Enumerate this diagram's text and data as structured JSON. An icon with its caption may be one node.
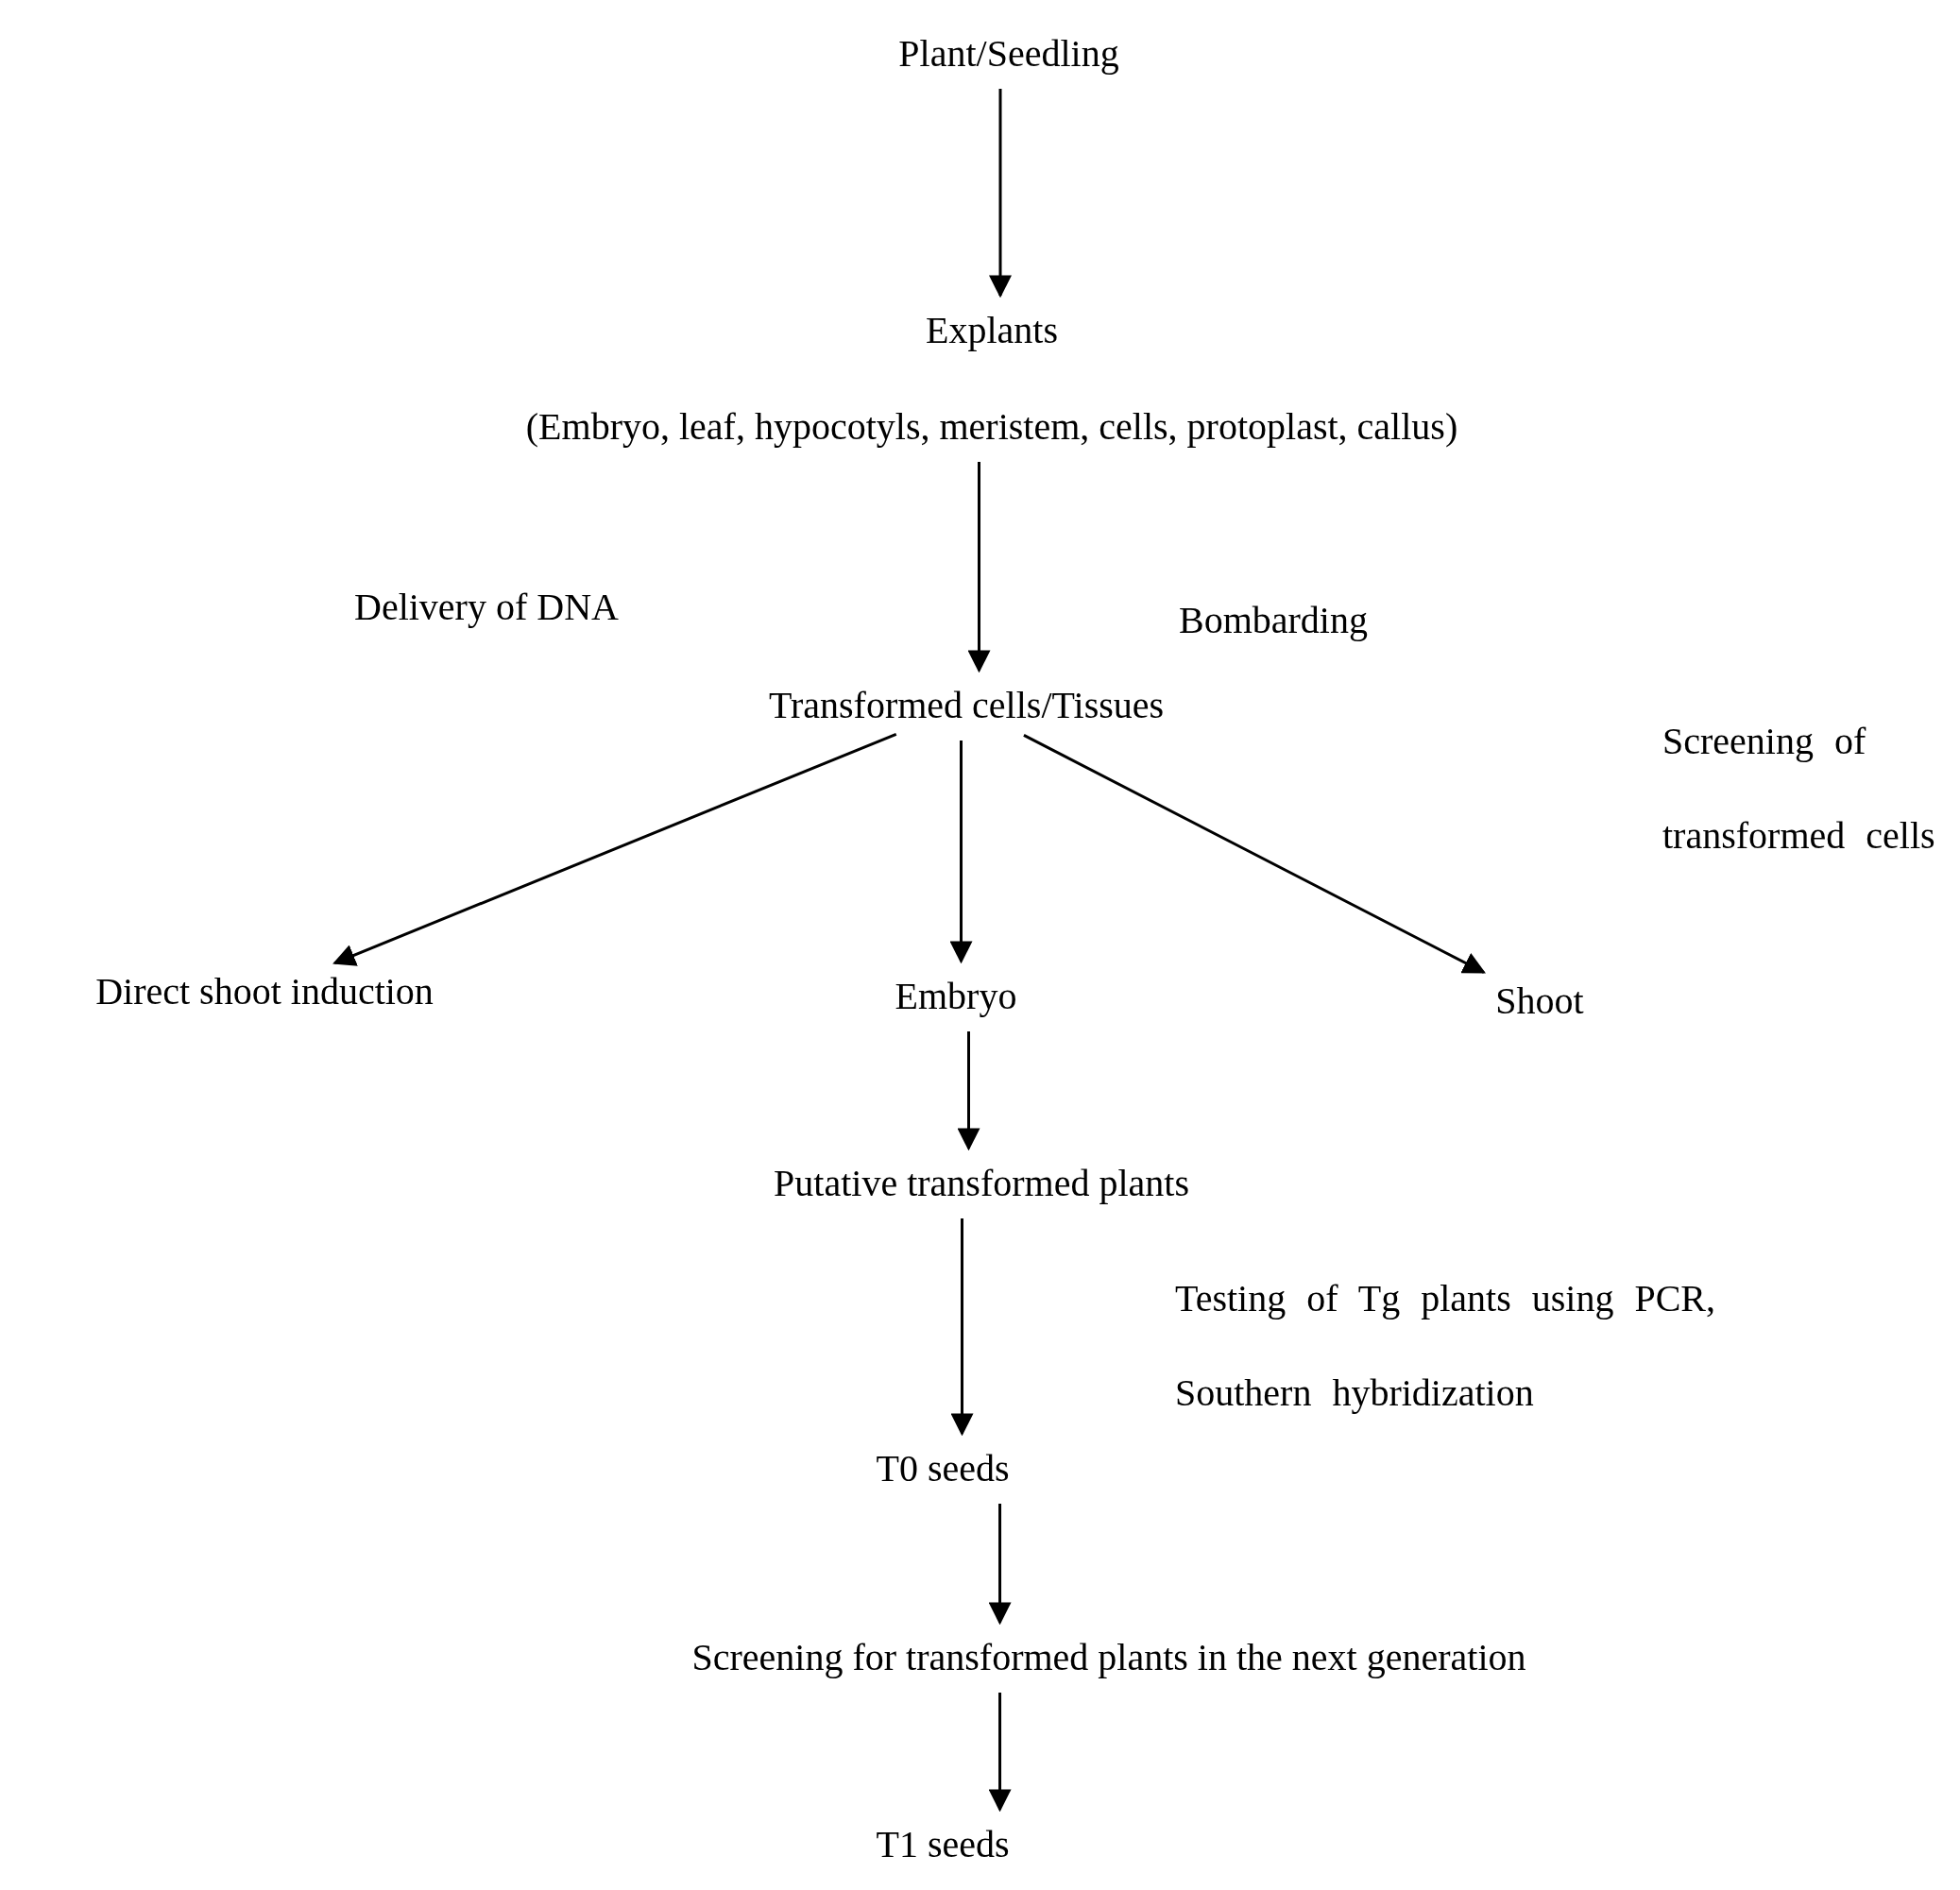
{
  "diagram": {
    "nodes": [
      {
        "text": [
          "Plant/Seedling"
        ]
      },
      {
        "text": [
          "Explants",
          "(Embryo, leaf, hypocotyls, meristem, cells, protoplast, callus)"
        ]
      },
      {
        "text": [
          "Transformed cells/Tissues"
        ]
      },
      {
        "text": [
          "Direct shoot induction"
        ]
      },
      {
        "text": [
          "Embryo"
        ]
      },
      {
        "text": [
          "Shoot"
        ]
      },
      {
        "text": [
          "Putative transformed plants"
        ]
      },
      {
        "text": [
          "T0 seeds"
        ]
      },
      {
        "text": [
          "Screening for transformed plants in the next generation"
        ]
      },
      {
        "text": [
          "T1 seeds"
        ]
      }
    ],
    "edges": [
      {
        "from": 0,
        "to": 1,
        "arrow": "to"
      },
      {
        "from": 1,
        "to": 2,
        "arrow": "to"
      },
      {
        "from": 2,
        "to": 3,
        "arrow": "to"
      },
      {
        "from": 2,
        "to": 4,
        "arrow": "to"
      },
      {
        "from": 2,
        "to": 5,
        "arrow": "to"
      },
      {
        "from": 4,
        "to": 6,
        "arrow": "to"
      },
      {
        "from": 6,
        "to": 7,
        "arrow": "to"
      },
      {
        "from": 7,
        "to": 8,
        "arrow": "to"
      },
      {
        "from": 8,
        "to": 9,
        "arrow": "to"
      }
    ],
    "labels": [
      "Delivery of DNA",
      "Bombarding",
      "Screening of transformed cells",
      "Testing of Tg plants using PCR, Southern hybridization"
    ]
  }
}
